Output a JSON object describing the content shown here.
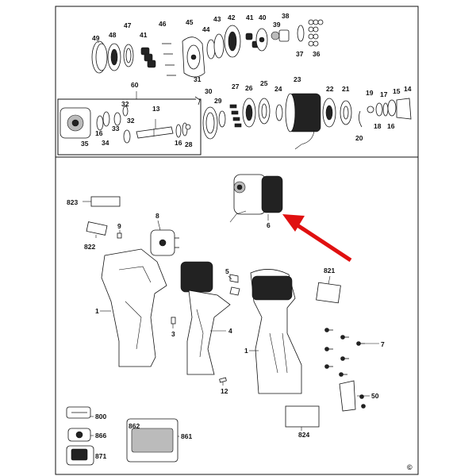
{
  "callouts": {
    "c1a": "1",
    "c1b": "1",
    "c3": "3",
    "c4": "4",
    "c5": "5",
    "c6": "6",
    "c7": "7",
    "c8": "8",
    "c9": "9",
    "c12": "12",
    "c13": "13",
    "c14": "14",
    "c15": "15",
    "c16a": "16",
    "c16b": "16",
    "c16c": "16",
    "c17": "17",
    "c18": "18",
    "c19": "19",
    "c20": "20",
    "c21": "21",
    "c22": "22",
    "c23": "23",
    "c24": "24",
    "c25": "25",
    "c26": "26",
    "c27": "27",
    "c28": "28",
    "c29": "29",
    "c30": "30",
    "c31": "31",
    "c32a": "32",
    "c32b": "32",
    "c33": "33",
    "c34": "34",
    "c35": "35",
    "c36": "36",
    "c37": "37",
    "c38": "38",
    "c39": "39",
    "c40": "40",
    "c41a": "41",
    "c41b": "41",
    "c42": "42",
    "c43": "43",
    "c44": "44",
    "c45": "45",
    "c46": "46",
    "c47": "47",
    "c48": "48",
    "c49": "49",
    "c50": "50",
    "c60": "60",
    "c800": "800",
    "c821": "821",
    "c822": "822",
    "c823": "823",
    "c824": "824",
    "c861": "861",
    "c862": "862",
    "c866": "866",
    "c871": "871"
  },
  "copyright_symbol": "©",
  "highlight_arrow_color": "#e01010"
}
